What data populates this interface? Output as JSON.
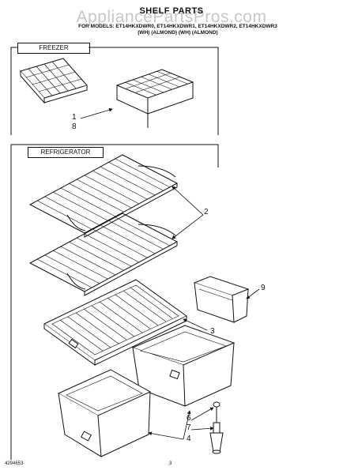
{
  "header": {
    "title": "SHELF PARTS",
    "watermark": "AppliancePartsPros.com",
    "models_line": "FOR MODELS: ET14HKXDWR0, ET14HKXDWR1, ET14HKXDWR2, ET14HKXDWR3",
    "colors_line": "(WH)        (ALMOND)        (WH)        (ALMOND)"
  },
  "sections": {
    "freezer_label": "FREEZER",
    "refrigerator_label": "REFRIGERATOR"
  },
  "callouts": {
    "c1": "1",
    "c8": "8",
    "c2": "2",
    "c9": "9",
    "c3": "3",
    "c6": "6",
    "c7": "7",
    "c4": "4"
  },
  "footer": {
    "doc_number": "4294653",
    "page_number": "3"
  }
}
